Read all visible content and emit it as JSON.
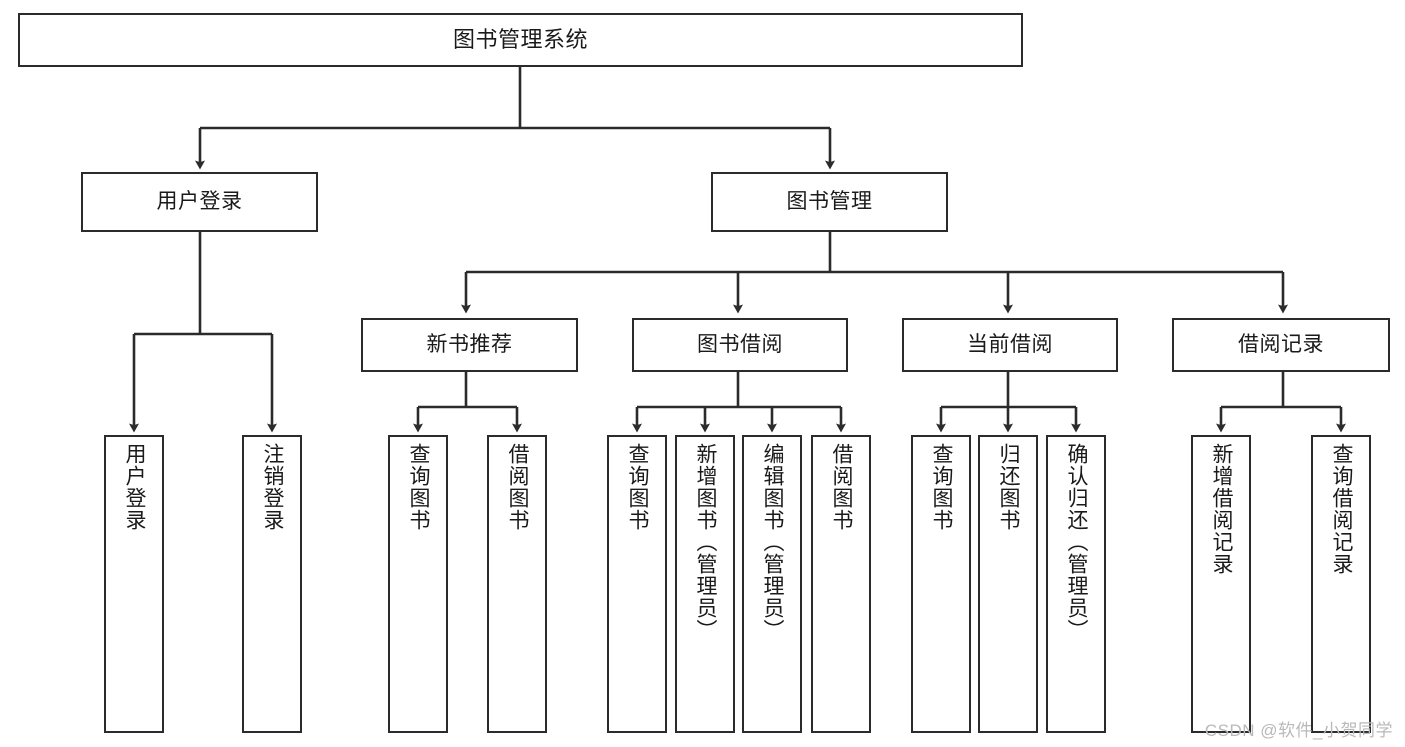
{
  "diagram": {
    "title": "图书管理系统",
    "type": "hierarchy-tree",
    "orientation": "top-down",
    "box_fill": "#ffffff",
    "box_stroke": "#2b2b2b",
    "connector_color": "#2b2b2b"
  },
  "nodes": {
    "root": {
      "label": "图书管理系统",
      "level": 0
    },
    "level1": [
      {
        "id": "user-login",
        "label": "用户登录"
      },
      {
        "id": "book-management",
        "label": "图书管理"
      }
    ],
    "level2": [
      {
        "id": "new-book-recommend",
        "label": "新书推荐",
        "parent": "book-management"
      },
      {
        "id": "book-borrow",
        "label": "图书借阅",
        "parent": "book-management"
      },
      {
        "id": "current-borrow",
        "label": "当前借阅",
        "parent": "book-management"
      },
      {
        "id": "borrow-record",
        "label": "借阅记录",
        "parent": "book-management"
      }
    ],
    "leaves": {
      "user_login": [
        {
          "id": "leaf-user-login",
          "label": "用户登录"
        },
        {
          "id": "leaf-logout-login",
          "label": "注销登录"
        }
      ],
      "new_book_recommend": [
        {
          "id": "leaf-query-book-1",
          "label": "查询图书"
        },
        {
          "id": "leaf-borrow-book-1",
          "label": "借阅图书"
        }
      ],
      "book_borrow": [
        {
          "id": "leaf-query-book-2",
          "label": "查询图书"
        },
        {
          "id": "leaf-add-book",
          "label": "新增图书（管理员）"
        },
        {
          "id": "leaf-edit-book",
          "label": "编辑图书（管理员）"
        },
        {
          "id": "leaf-borrow-book-2",
          "label": "借阅图书"
        }
      ],
      "current_borrow": [
        {
          "id": "leaf-query-book-3",
          "label": "查询图书"
        },
        {
          "id": "leaf-return-book",
          "label": "归还图书"
        },
        {
          "id": "leaf-confirm-return",
          "label": "确认归还（管理员）"
        }
      ],
      "borrow_record": [
        {
          "id": "leaf-add-record",
          "label": "新增借阅记录"
        },
        {
          "id": "leaf-query-record",
          "label": "查询借阅记录"
        }
      ]
    }
  },
  "watermark": {
    "text": "CSDN @软件_小贺同学"
  }
}
